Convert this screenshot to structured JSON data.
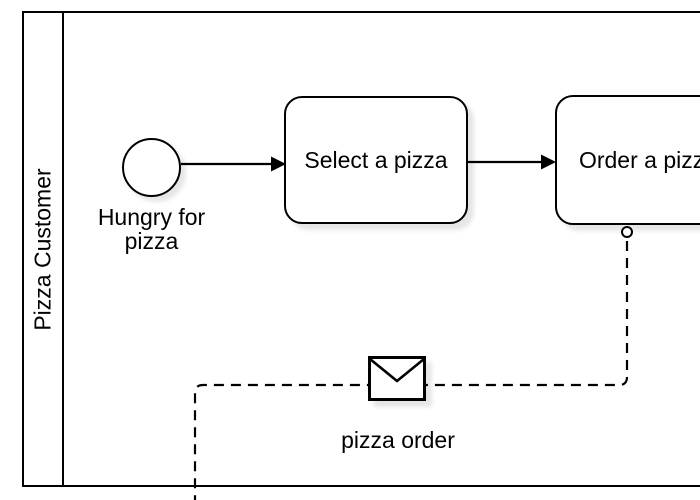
{
  "diagram": {
    "kind": "BPMN process diagram",
    "pool": {
      "label": "Pizza Customer"
    },
    "start_event": {
      "label": "Hungry for pizza"
    },
    "tasks": [
      {
        "label": "Select a pizza"
      },
      {
        "label": "Order a pizza"
      }
    ],
    "message_flow": {
      "label": "pizza order",
      "icon": "envelope-icon"
    },
    "colors": {
      "stroke": "#000000",
      "shape_fill": "#ffffff",
      "shadow": "#e9e9e9",
      "background": "#ffffff"
    }
  }
}
